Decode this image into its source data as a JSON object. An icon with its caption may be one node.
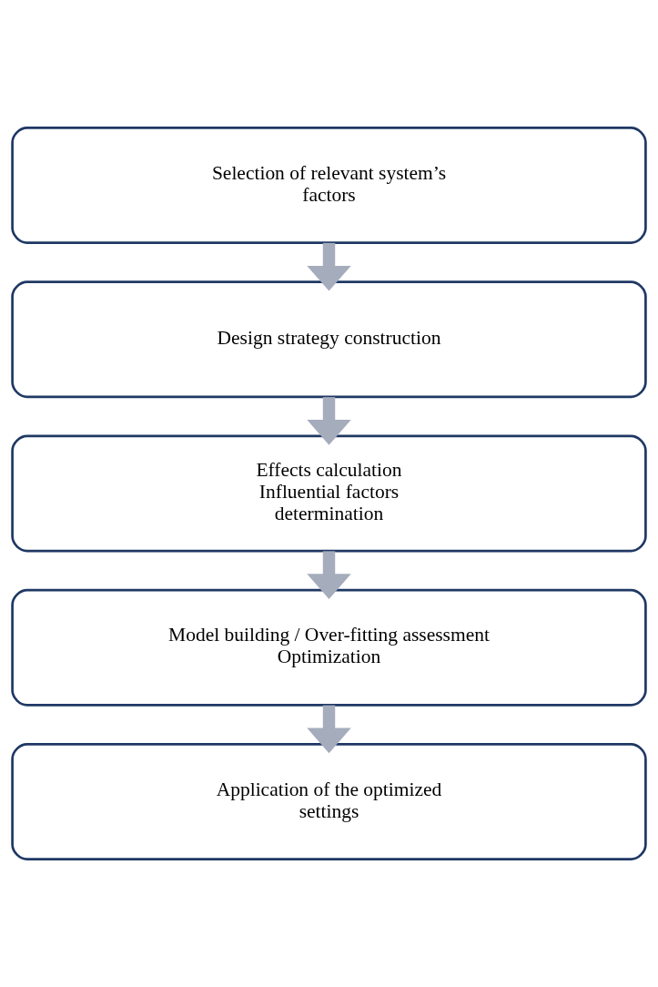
{
  "diagram": {
    "nodes": [
      {
        "text": [
          "Selection of relevant system’s factors"
        ]
      },
      {
        "text": [
          "Design strategy construction"
        ]
      },
      {
        "text": [
          "Effects calculation",
          "Influential factors determination"
        ]
      },
      {
        "text": [
          "Model building / Over-fitting assessment",
          "Optimization"
        ]
      },
      {
        "text": [
          "Application of the optimized settings"
        ]
      }
    ],
    "edges": [
      {
        "from": 0,
        "to": 1,
        "arrow": "to"
      },
      {
        "from": 1,
        "to": 2,
        "arrow": "to"
      },
      {
        "from": 2,
        "to": 3,
        "arrow": "to"
      },
      {
        "from": 3,
        "to": 4,
        "arrow": "to"
      }
    ]
  }
}
